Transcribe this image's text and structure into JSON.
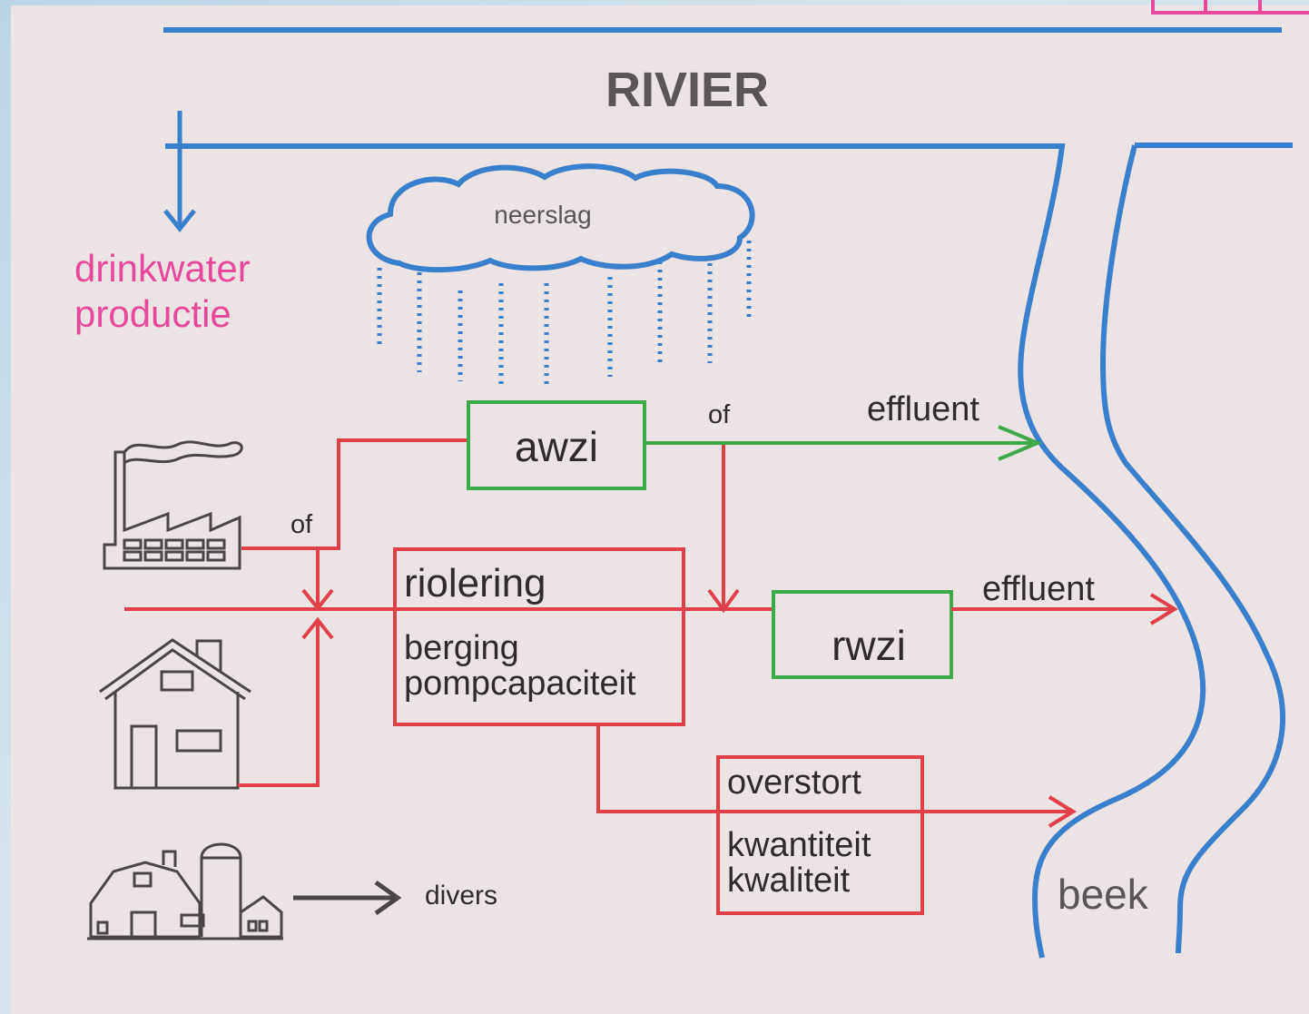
{
  "labels": {
    "river": "RIVIER",
    "rain": "neerslag",
    "drinkwater_line1": "drinkwater",
    "drinkwater_line2": "productie",
    "awzi": "awzi",
    "of_top": "of",
    "of_left": "of",
    "effluent_top": "effluent",
    "effluent_mid": "effluent",
    "riolering": "riolering",
    "berging": "berging",
    "pompcapaciteit": "pompcapaciteit",
    "rwzi": "rwzi",
    "overstort": "overstort",
    "kwantiteit": "kwantiteit",
    "kwaliteit": "kwaliteit",
    "divers": "divers",
    "beek": "beek"
  },
  "colors": {
    "water": "#3a7fcc",
    "sewer": "#e0404a",
    "treatment": "#3fa84a",
    "drinkwater": "#e8489a",
    "icon": "#4a4648",
    "text": "#2f2b2d"
  },
  "icons": [
    "cloud-icon",
    "factory-icon",
    "house-icon",
    "farm-icon"
  ]
}
